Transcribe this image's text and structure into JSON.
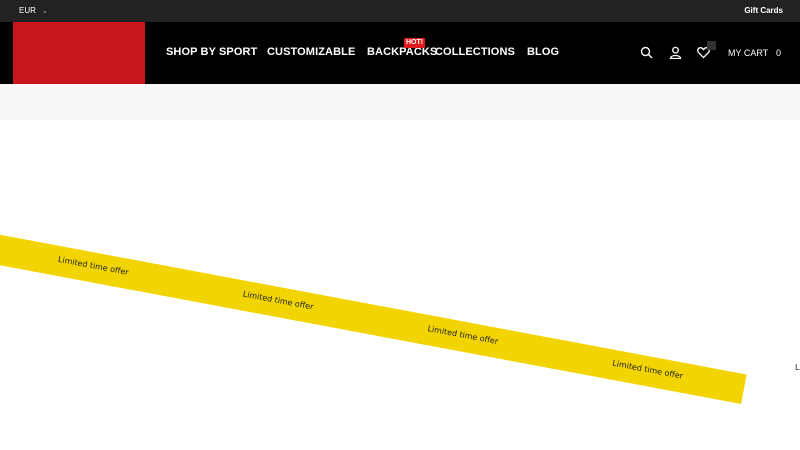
{
  "topbar": {
    "currency": "EUR",
    "gift_cards": "Gift Cards"
  },
  "nav": {
    "items": [
      {
        "label": "SHOP BY SPORT"
      },
      {
        "label": "CUSTOMIZABLE"
      },
      {
        "label": "BACKPACKS",
        "badge": "HOT!"
      },
      {
        "label": "COLLECTIONS"
      },
      {
        "label": "BLOG"
      }
    ]
  },
  "header": {
    "my_cart": "MY CART",
    "cart_count": "0",
    "icons": [
      "search-icon",
      "user-icon",
      "heart-icon"
    ]
  },
  "ribbon": {
    "text": "Limited time offer",
    "stray_text": "L"
  },
  "colors": {
    "topbar": "#222222",
    "header": "#000000",
    "logo": "#c8171b",
    "badge": "#e11b1b",
    "ribbon": "#f2d500",
    "breadcrumb": "#f7f7f7"
  }
}
